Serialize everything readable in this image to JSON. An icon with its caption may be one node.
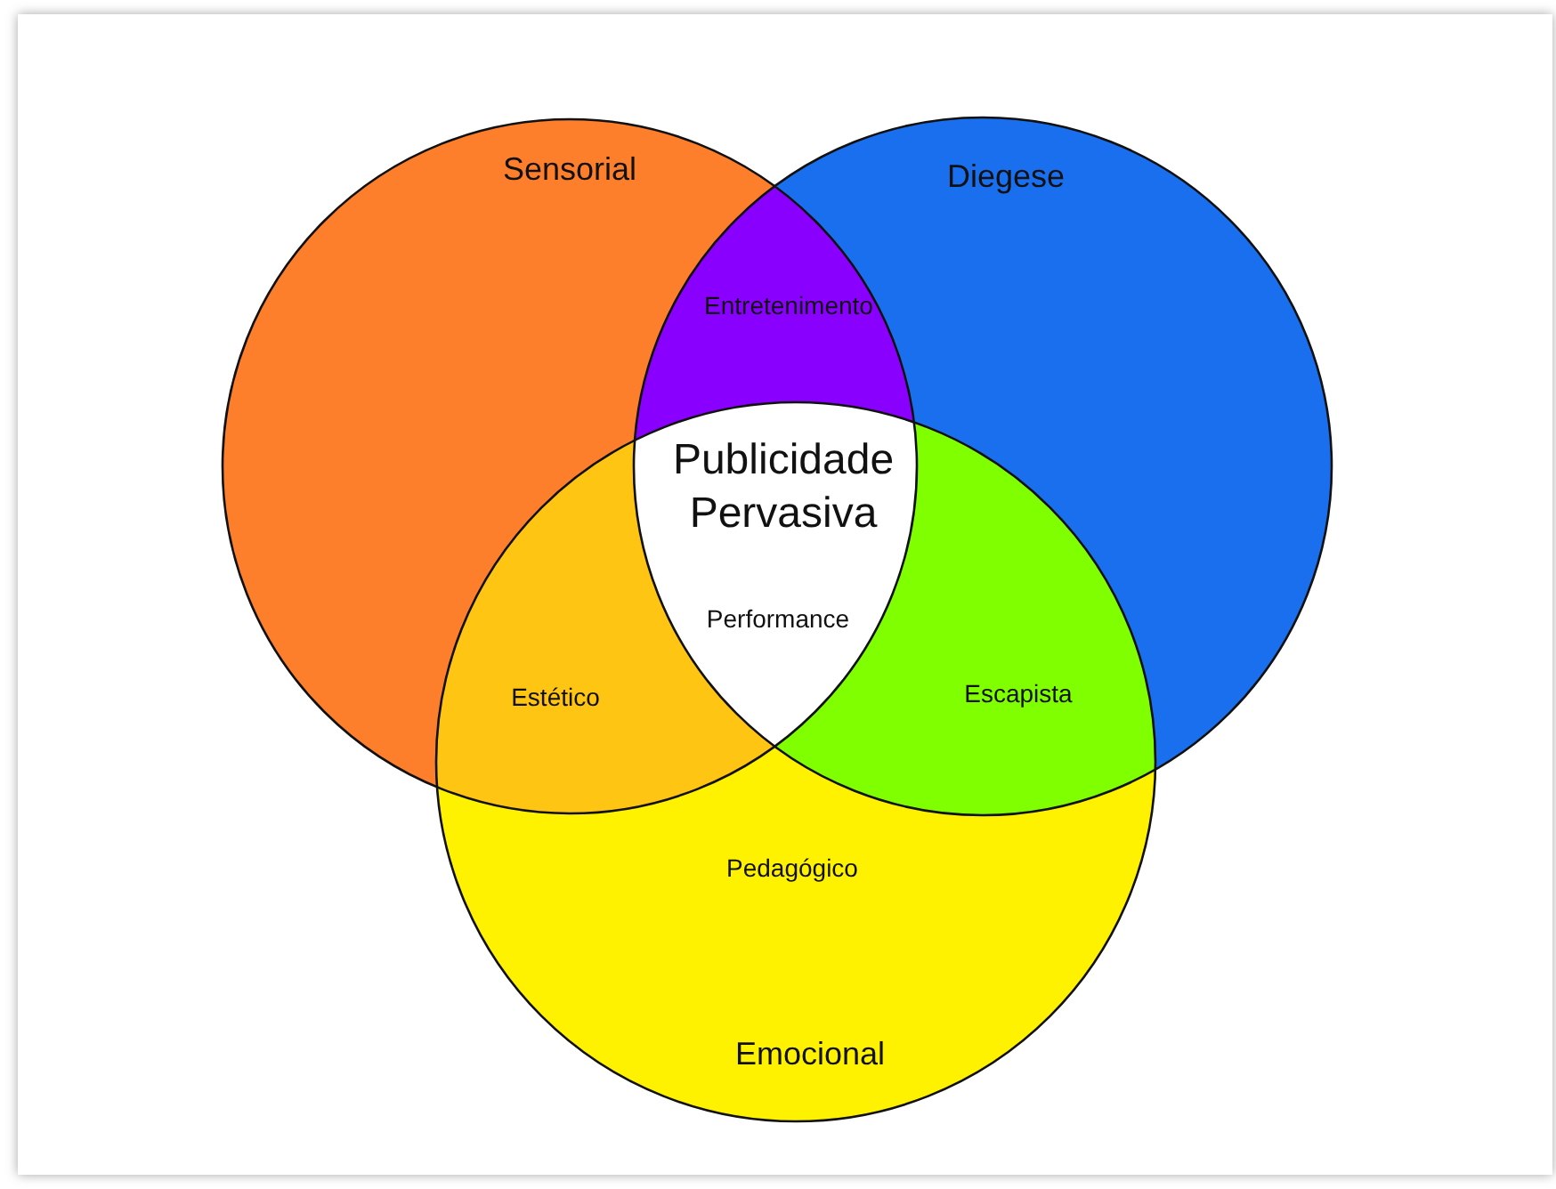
{
  "diagram": {
    "nodes": [
      {
        "text": [
          "Sensorial"
        ]
      },
      {
        "text": [
          "Diegese"
        ]
      },
      {
        "text": [
          "Emocional"
        ]
      },
      {
        "text": [
          "Entretenimento"
        ]
      },
      {
        "text": [
          "Estético"
        ]
      },
      {
        "text": [
          "Escapista"
        ]
      },
      {
        "text": [
          "Publicidade Pervasiva",
          "Performance"
        ]
      }
    ],
    "labels": [
      "Pedagógico"
    ]
  }
}
